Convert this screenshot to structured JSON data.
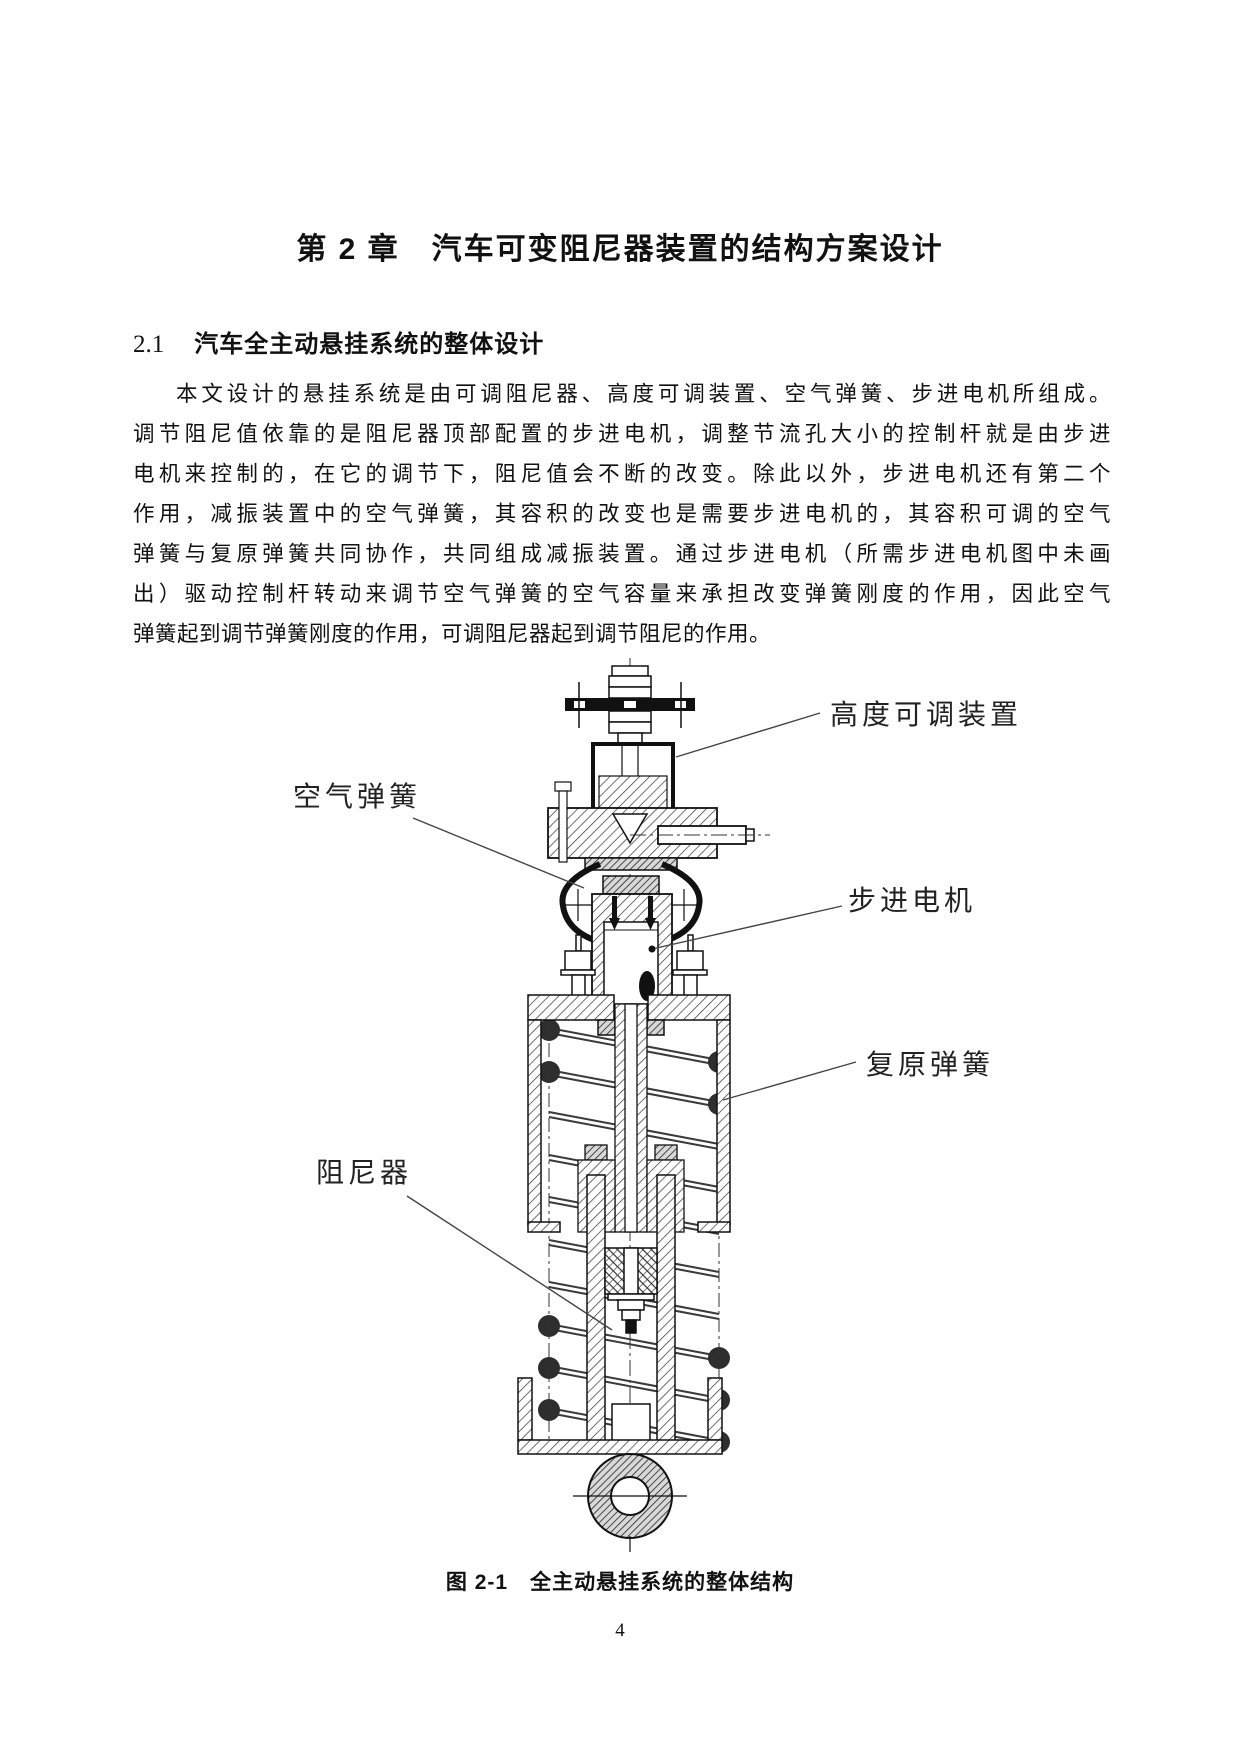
{
  "page": {
    "chapter_title": "第 2 章　汽车可变阻尼器装置的结构方案设计",
    "section": {
      "number": "2.1",
      "title": "汽车全主动悬挂系统的整体设计"
    },
    "body": {
      "lines": [
        "本文设计的悬挂系统是由可调阻尼器、高度可调装置、空气弹簧、步进电机所组成。",
        "调节阻尼值依靠的是阻尼器顶部配置的步进电机，调整节流孔大小的控制杆就是由步进",
        "电机来控制的，在它的调节下，阻尼值会不断的改变。除此以外，步进电机还有第二个",
        "作用，减振装置中的空气弹簧，其容积的改变也是需要步进电机的，其容积可调的空气",
        "弹簧与复原弹簧共同协作，共同组成减振装置。通过步进电机（所需步进电机图中未画",
        "出）驱动控制杆转动来调节空气弹簧的空气容量来承担改变弹簧刚度的作用，因此空气",
        "弹簧起到调节弹簧刚度的作用，可调阻尼器起到调节阻尼的作用。"
      ]
    },
    "figure": {
      "caption": "图 2-1　全主动悬挂系统的整体结构",
      "labels": {
        "height_adjust": "高度可调装置",
        "air_spring": "空气弹簧",
        "stepper_motor": "步进电机",
        "return_spring": "复原弹簧",
        "damper": "阻尼器"
      }
    },
    "page_number": "4",
    "colors": {
      "ink": "#111111",
      "leader_line": "#444444",
      "paper": "#ffffff"
    }
  }
}
